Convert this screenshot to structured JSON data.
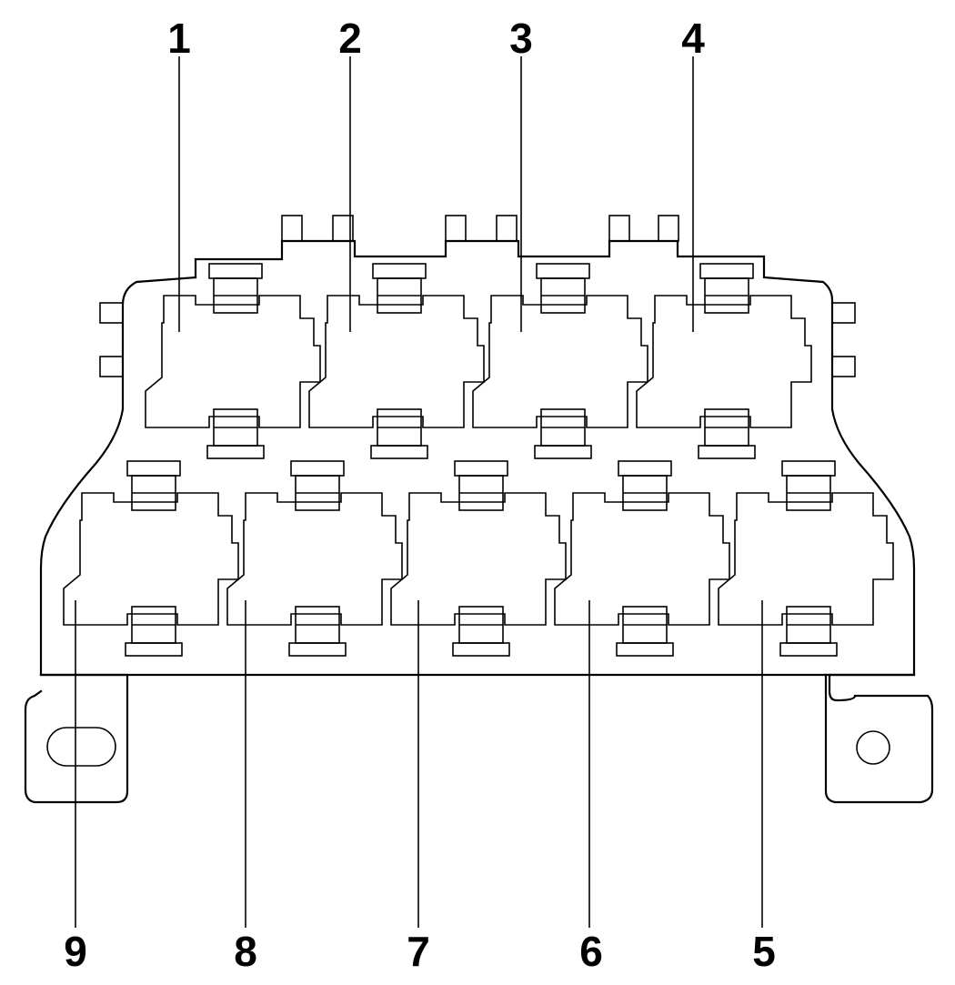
{
  "figure": {
    "description_labels": {
      "top_row": [
        "1",
        "2",
        "3",
        "4"
      ],
      "bottom_row": [
        "9",
        "8",
        "7",
        "6",
        "5"
      ]
    }
  },
  "callouts": [
    {
      "label": "1"
    },
    {
      "label": "2"
    },
    {
      "label": "3"
    },
    {
      "label": "4"
    },
    {
      "label": "5"
    },
    {
      "label": "6"
    },
    {
      "label": "7"
    },
    {
      "label": "8"
    },
    {
      "label": "9"
    }
  ]
}
